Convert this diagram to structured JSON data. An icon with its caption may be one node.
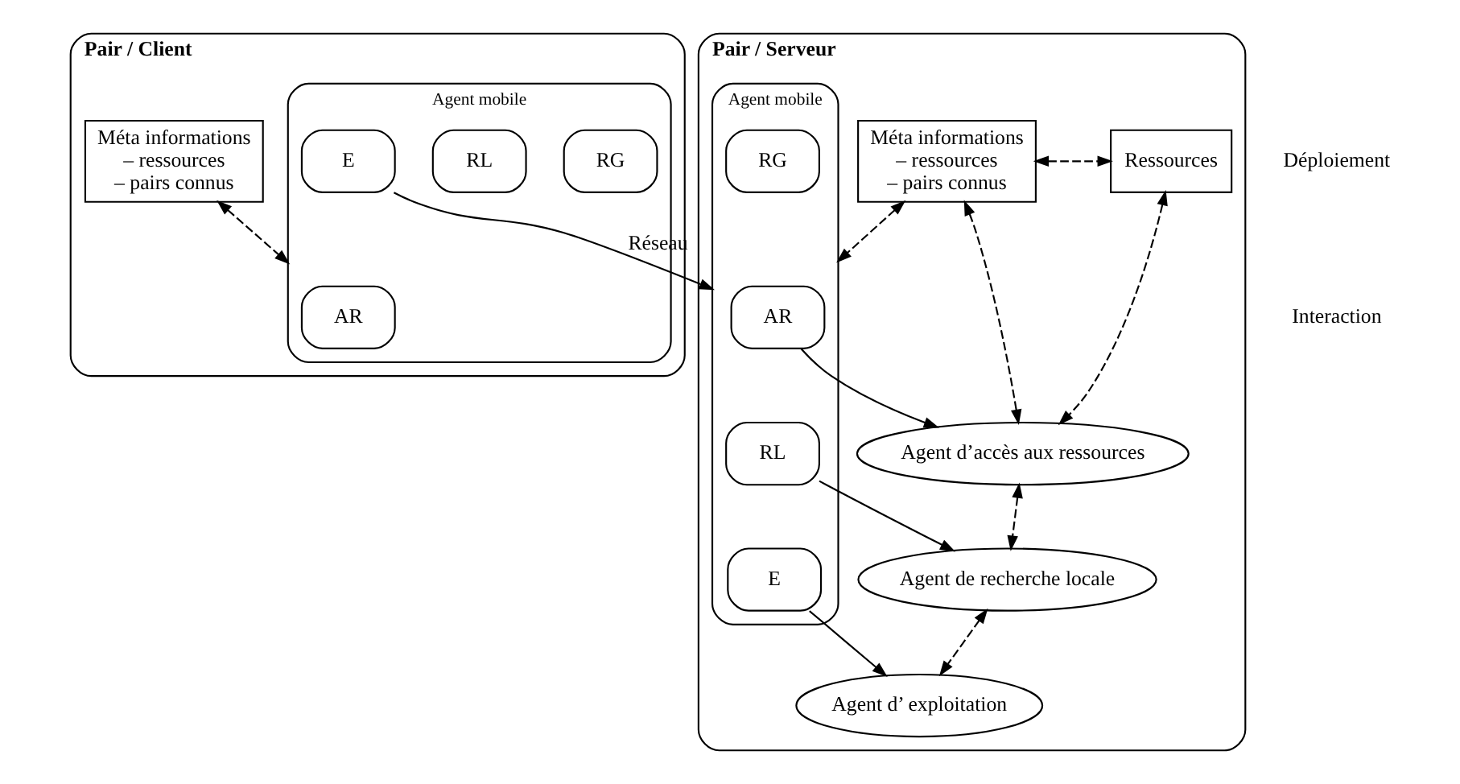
{
  "diagram": {
    "nodes": [
      {
        "text": [
          "Pair / Client"
        ]
      },
      {
        "text": [
          "Méta informations",
          "– ressources",
          "– pairs connus"
        ],
        "in": 0
      },
      {
        "text": [
          "Agent mobile"
        ],
        "in": 0
      },
      {
        "text": [
          "AR"
        ],
        "in": 2
      },
      {
        "text": [
          "RG"
        ],
        "in": 2
      },
      {
        "text": [
          "RL"
        ],
        "in": 2
      },
      {
        "text": [
          "E"
        ],
        "in": 2
      },
      {
        "text": [
          "Pair / Serveur"
        ]
      },
      {
        "text": [
          "Méta informations",
          "– ressources",
          "– pairs connus"
        ],
        "in": 7
      },
      {
        "text": [
          "Ressources"
        ],
        "in": 7
      },
      {
        "text": [
          "Agent d’accès aux ressources"
        ],
        "in": 7
      },
      {
        "text": [
          "Agent mobile"
        ],
        "in": 7
      },
      {
        "text": [
          "AR"
        ],
        "in": 11
      },
      {
        "text": [
          "RG"
        ],
        "in": 11
      },
      {
        "text": [
          "RL"
        ],
        "in": 11
      },
      {
        "text": [
          "E"
        ],
        "in": 11
      },
      {
        "text": [
          "Agent de recherche locale"
        ],
        "in": 7
      },
      {
        "text": [
          "Agent d’ exploitation"
        ],
        "in": 7
      }
    ],
    "edges": [
      {
        "from": 1,
        "to": 2,
        "arrow": "both",
        "style": "dashed"
      },
      {
        "from": 6,
        "to": 11,
        "arrow": "to",
        "label": "Réseau"
      },
      {
        "from": 8,
        "to": 9,
        "arrow": "both",
        "style": "dashed"
      },
      {
        "from": 8,
        "to": 11,
        "arrow": "both",
        "style": "dashed"
      },
      {
        "from": 8,
        "to": 10,
        "arrow": "both",
        "style": "dashed"
      },
      {
        "from": 9,
        "to": 10,
        "arrow": "both",
        "style": "dashed"
      },
      {
        "from": 10,
        "to": 16,
        "arrow": "both",
        "style": "dashed"
      },
      {
        "from": 16,
        "to": 17,
        "arrow": "both",
        "style": "dashed"
      },
      {
        "from": 12,
        "to": 10,
        "arrow": "to"
      },
      {
        "from": 14,
        "to": 16,
        "arrow": "to"
      },
      {
        "from": 15,
        "to": 17,
        "arrow": "to"
      }
    ],
    "legend": [
      {
        "text": "Déploiement"
      },
      {
        "text": "Interaction"
      }
    ]
  }
}
